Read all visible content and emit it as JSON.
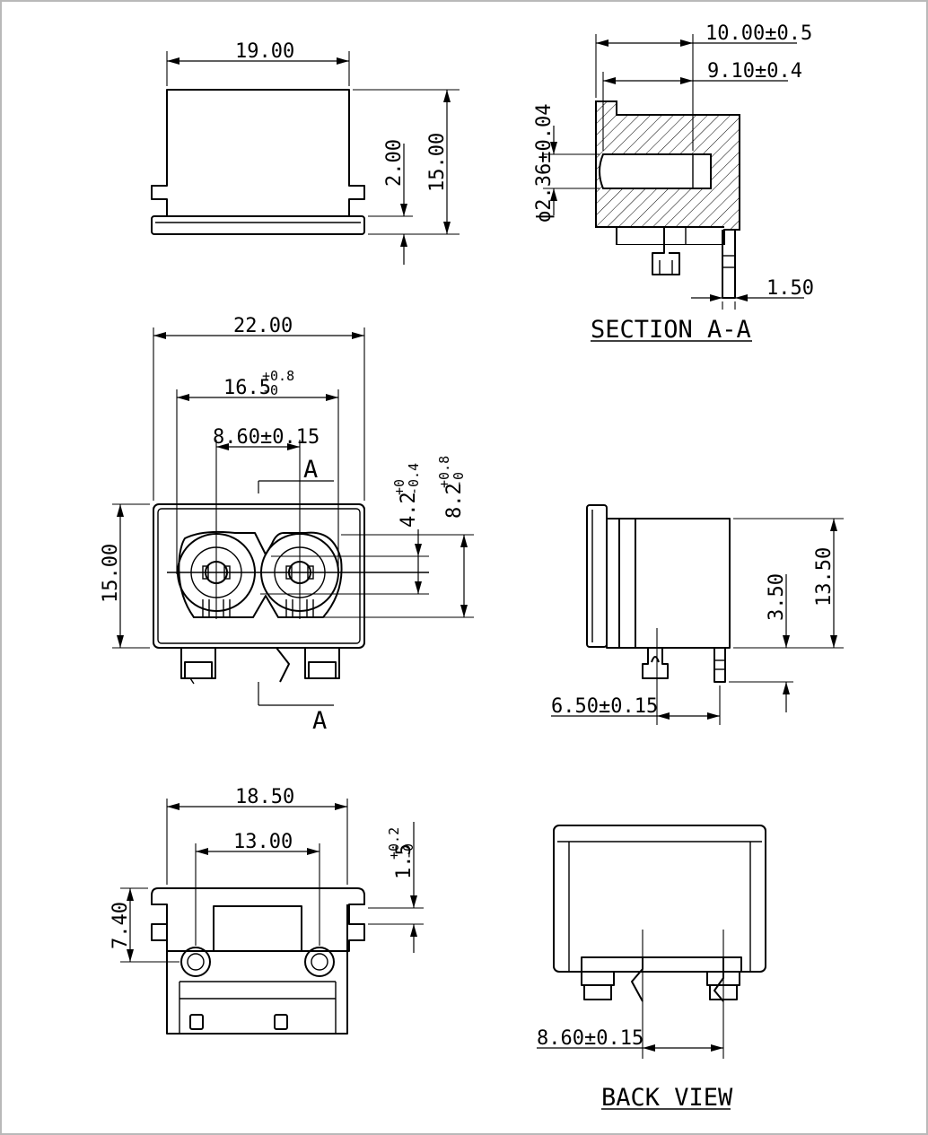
{
  "dims": {
    "top_width": "19.00",
    "top_height": "15.00",
    "top_flange": "2.00",
    "front_width": "22.00",
    "front_inner": "16.5",
    "front_inner_tol_plus": "+0.8",
    "front_inner_tol_minus": "-0",
    "pin_pitch": "8.60±0.15",
    "front_height": "15.00",
    "dim_a": "4.2",
    "dim_a_tol_plus": "+0",
    "dim_a_tol_minus": "-0.4",
    "dim_b": "8.2",
    "dim_b_tol_plus": "+0.8",
    "dim_b_tol_minus": "-0",
    "section_depth": "10.00±0.5",
    "section_inner": "9.10±0.4",
    "hole_dia": "ϕ2.36±0.04",
    "pin_thk": "1.50",
    "side_height": "13.50",
    "side_pin_h": "3.50",
    "side_offset": "6.50±0.15",
    "bottom_width": "18.50",
    "bottom_pitch": "13.00",
    "bottom_height": "7.40",
    "bottom_slot": "1.5",
    "bottom_slot_tol_plus": "+0.2",
    "bottom_slot_tol_minus": "-0",
    "back_pitch": "8.60±0.15"
  },
  "labels": {
    "section_marker": "A",
    "section_title": "SECTION A-A",
    "back_title": "BACK VIEW"
  }
}
